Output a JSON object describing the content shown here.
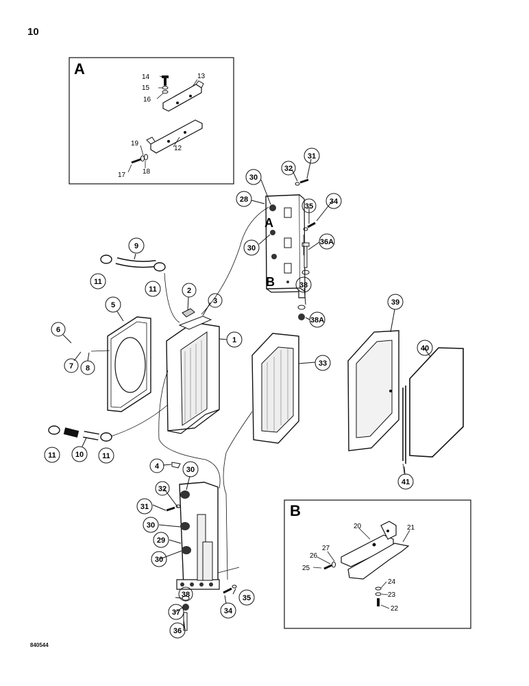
{
  "page": {
    "number": "10",
    "drawing_code": "840544"
  },
  "insets": [
    {
      "id": "A",
      "title": "A"
    },
    {
      "id": "B",
      "title": "B"
    }
  ],
  "bracket_letters": {
    "upper": "A",
    "lower": "B"
  },
  "callouts": {
    "c1": "1",
    "c2": "2",
    "c3": "3",
    "c4": "4",
    "c5": "5",
    "c6": "6",
    "c7": "7",
    "c8": "8",
    "c9": "9",
    "c10": "10",
    "c11a": "11",
    "c11b": "11",
    "c11c": "11",
    "c11d": "11",
    "c28": "28",
    "c29": "29",
    "c30a": "30",
    "c30b": "30",
    "c30c": "30",
    "c30d": "30",
    "c30e": "30",
    "c31a": "31",
    "c31b": "31",
    "c32a": "32",
    "c32b": "32",
    "c33": "33",
    "c34a": "34",
    "c34b": "34",
    "c35a": "35",
    "c35b": "35",
    "c36a": "36A",
    "c36b": "36",
    "c37": "37",
    "c38a": "38",
    "c38b": "38",
    "c38c": "38A",
    "c39": "39",
    "c40": "40",
    "c41": "41"
  },
  "inset_labels": {
    "a12": "12",
    "a13": "13",
    "a14": "14",
    "a15": "15",
    "a16": "16",
    "a17": "17",
    "a18": "18",
    "a19": "19",
    "b20": "20",
    "b21": "21",
    "b22": "22",
    "b23": "23",
    "b24": "24",
    "b25": "25",
    "b26": "26",
    "b27": "27"
  }
}
